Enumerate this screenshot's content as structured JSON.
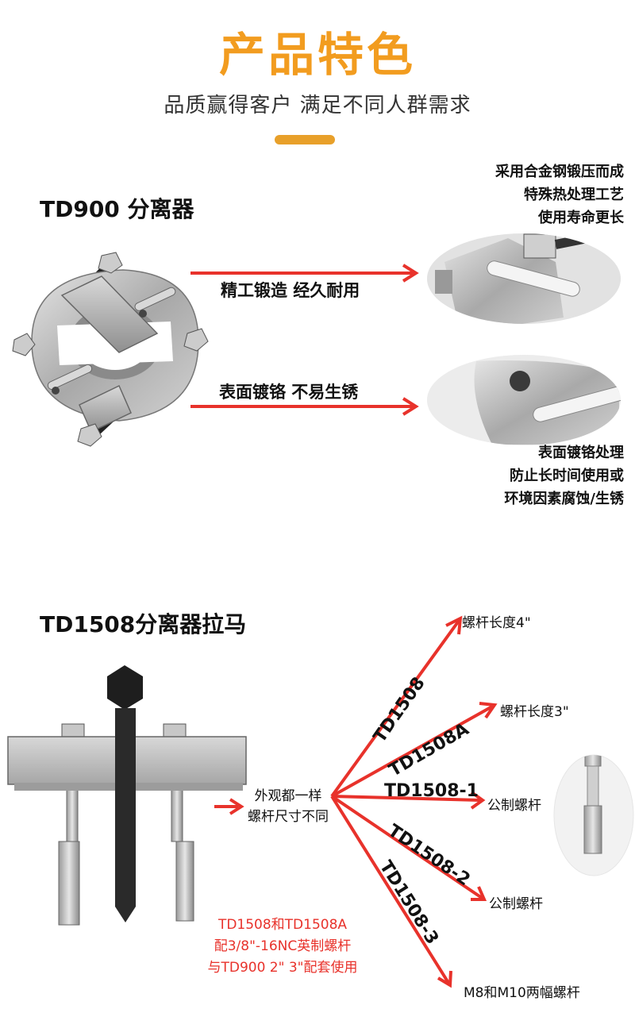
{
  "header": {
    "title": "产品特色",
    "subtitle": "品质赢得客户  满足不同人群需求"
  },
  "section1": {
    "title": "TD900 分离器",
    "note_top": [
      "采用合金钢锻压而成",
      "特殊热处理工艺",
      "使用寿命更长"
    ],
    "arrow1_label": "精工锻造  经久耐用",
    "arrow2_label": "表面镀铬  不易生锈",
    "note_bottom": [
      "表面镀铬处理",
      "防止长时间使用或",
      "环境因素腐蚀/生锈"
    ]
  },
  "section2": {
    "title": "TD1508分离器拉马",
    "center_label": [
      "外观都一样",
      "螺杆尺寸不同"
    ],
    "models": [
      "TD1508",
      "TD1508A",
      "TD1508-1",
      "TD1508-2",
      "TD1508-3"
    ],
    "targets": [
      "螺杆长度4\"",
      "螺杆长度3\"",
      "公制螺杆",
      "公制螺杆",
      "M8和M10两幅螺杆"
    ],
    "red_note": [
      "TD1508和TD1508A",
      "配3/8\"-16NC英制螺杆",
      "与TD900 2\" 3\"配套使用"
    ]
  },
  "colors": {
    "accent": "#f29c1f",
    "arrow_red": "#e8322b"
  }
}
